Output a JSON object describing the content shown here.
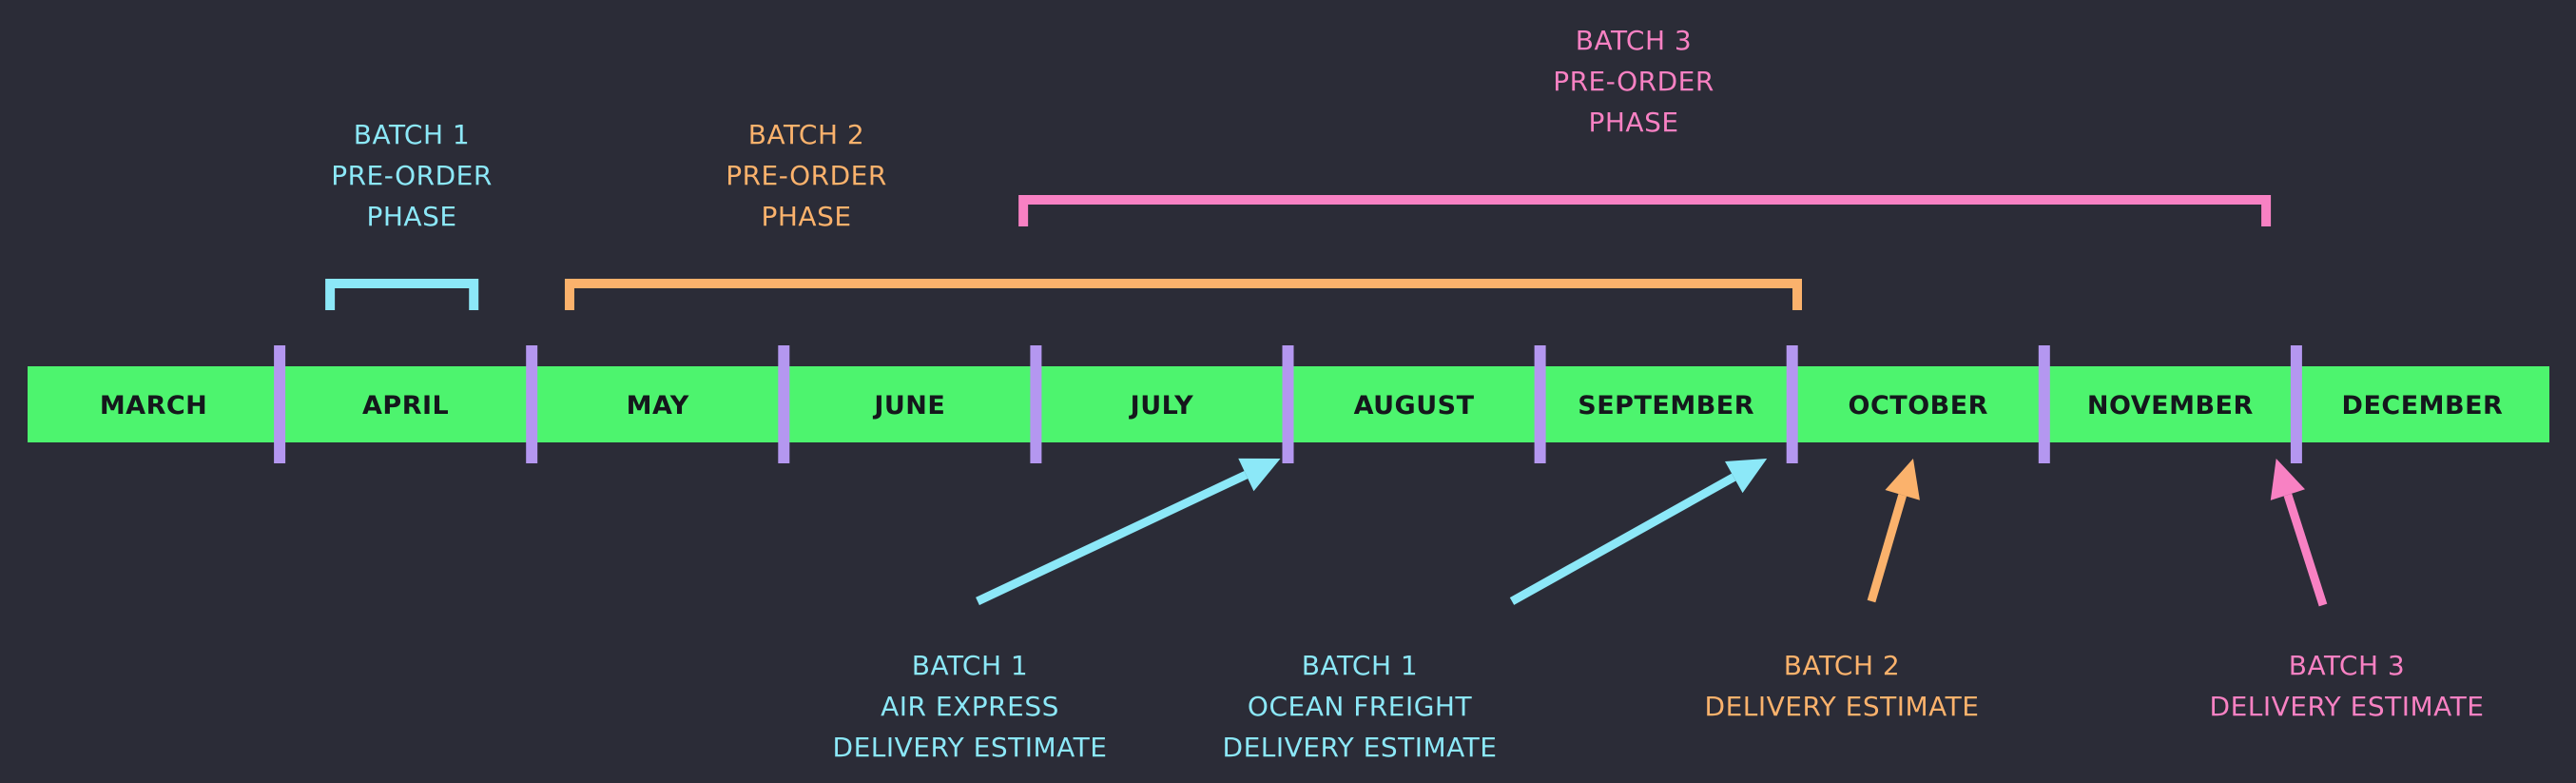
{
  "colors": {
    "background": "#2b2c37",
    "timeline": "#4df46e",
    "divider": "#b497f0",
    "batch1": "#8ce8f8",
    "batch2": "#fbb26c",
    "batch3": "#f881c3",
    "month_text": "#15171c"
  },
  "months": [
    "MARCH",
    "APRIL",
    "MAY",
    "JUNE",
    "JULY",
    "AUGUST",
    "SEPTEMBER",
    "OCTOBER",
    "NOVEMBER",
    "DECEMBER"
  ],
  "phases": [
    {
      "id": "batch1-preorder",
      "color_key": "batch1",
      "start_month": 1.2,
      "end_month": 1.77,
      "lines": [
        "BATCH 1",
        "PRE-ORDER",
        "PHASE"
      ]
    },
    {
      "id": "batch2-preorder",
      "color_key": "batch2",
      "start_month": 2.15,
      "end_month": 7.02,
      "lines": [
        "BATCH 2",
        "PRE-ORDER",
        "PHASE"
      ]
    },
    {
      "id": "batch3-preorder",
      "color_key": "batch3",
      "start_month": 3.95,
      "end_month": 8.88,
      "lines": [
        "BATCH 3",
        "PRE-ORDER",
        "PHASE"
      ]
    }
  ],
  "deliveries": [
    {
      "id": "batch1-air-express",
      "color_key": "batch1",
      "target_month": 4.97,
      "lines": [
        "BATCH 1",
        "AIR EXPRESS",
        "DELIVERY ESTIMATE"
      ]
    },
    {
      "id": "batch1-ocean-freight",
      "color_key": "batch1",
      "target_month": 6.9,
      "lines": [
        "BATCH 1",
        "OCEAN FREIGHT",
        "DELIVERY ESTIMATE"
      ]
    },
    {
      "id": "batch2-delivery",
      "color_key": "batch2",
      "target_month": 7.48,
      "lines": [
        "BATCH 2",
        "DELIVERY ESTIMATE"
      ]
    },
    {
      "id": "batch3-delivery",
      "color_key": "batch3",
      "target_month": 8.92,
      "lines": [
        "BATCH 3",
        "DELIVERY ESTIMATE"
      ]
    }
  ]
}
